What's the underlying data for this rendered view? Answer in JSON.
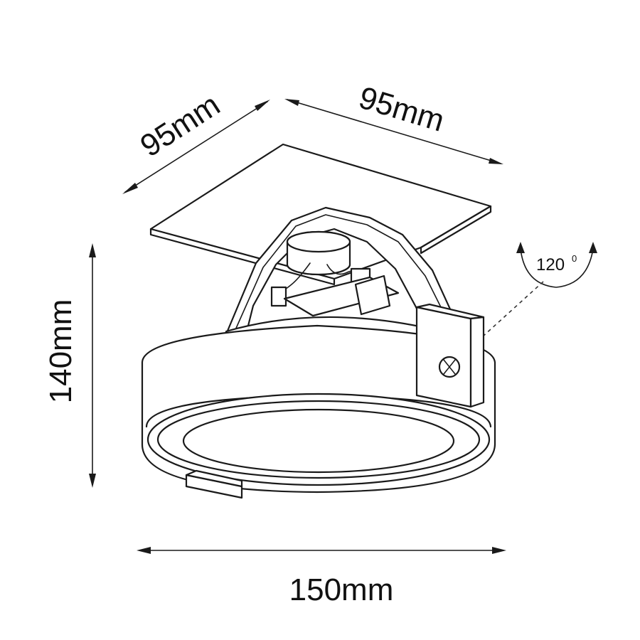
{
  "dimensions": {
    "depth_left": "95mm",
    "width_right": "95mm",
    "height": "140mm",
    "diameter": "150mm",
    "tilt_angle": "120",
    "tilt_angle_unit": "0"
  }
}
